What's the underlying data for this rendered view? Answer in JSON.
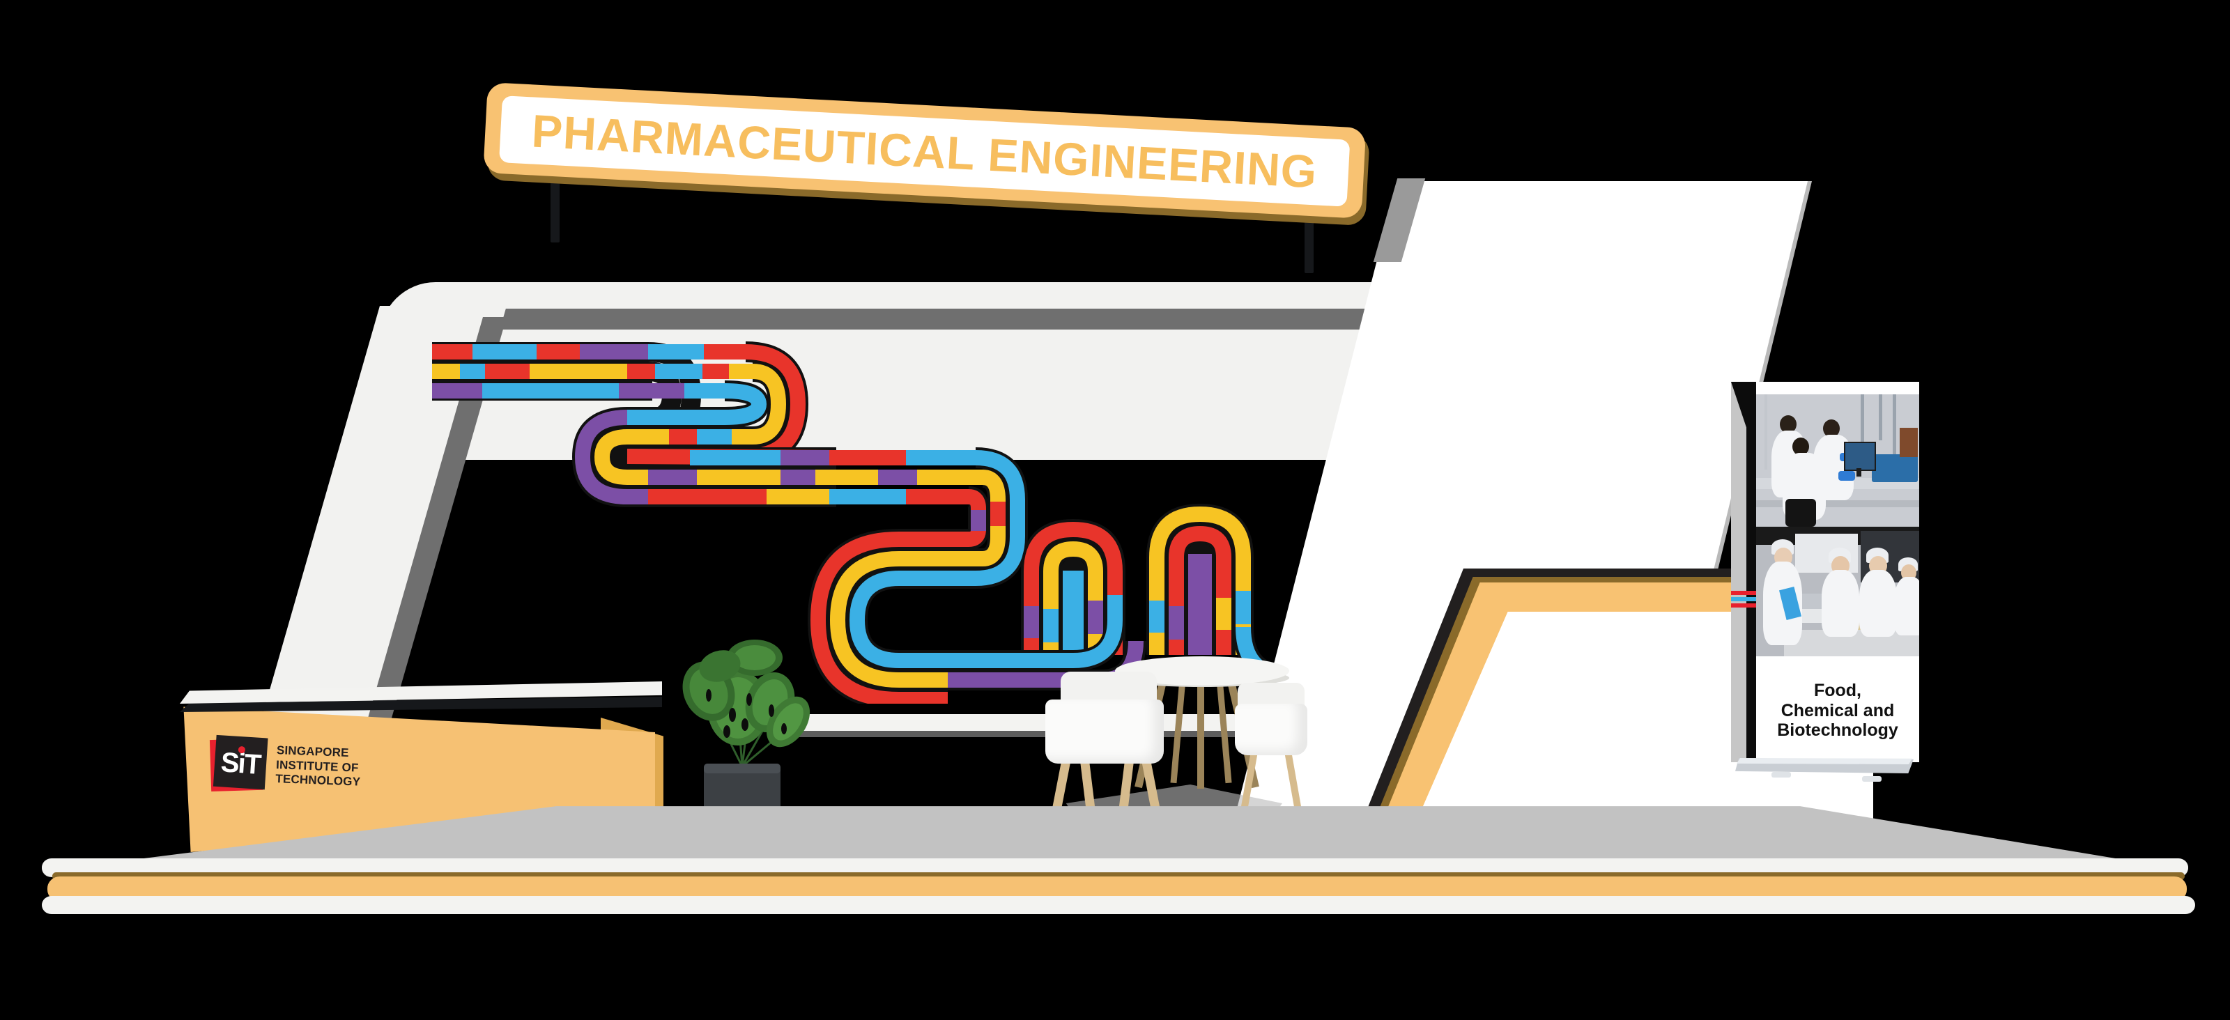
{
  "scene": {
    "title": "Pharmaceutical Engineering Exhibition Booth",
    "description": "3D render of an exhibition trade-show booth"
  },
  "header_sign": {
    "text": "PHARMACEUTICAL ENGINEERING",
    "text_color": "#f7be5e",
    "frame_color": "#f8c272",
    "panel_color": "#ffffff",
    "shadow_color": "#8a6a2a"
  },
  "counter": {
    "face_color": "#f6c173",
    "top_color": "#f3f3f1",
    "logo": {
      "mark": "SiT",
      "line1": "SINGAPORE",
      "line2": "INSTITUTE OF",
      "line3": "TECHNOLOGY",
      "black": "#231f20",
      "red": "#e8212e",
      "white": "#ffffff"
    }
  },
  "banner": {
    "caption_line1": "Food,",
    "caption_line2": "Chemical and",
    "caption_line3": "Biotechnology",
    "caption_color": "#111111",
    "accent_stripes": [
      "#e8212e",
      "#3bb0e5",
      "#e8212e"
    ],
    "photo_top_alt": "Students and researcher at lab workstation with monitor",
    "photo_bottom_alt": "Food technologists in hairnets at a dough sheeter line"
  },
  "pipe_graphic": {
    "palette": {
      "red": "#e8342b",
      "blue": "#3bb0e5",
      "yellow": "#f7c423",
      "purple": "#7c4fa6",
      "outline": "#111111"
    },
    "description": "Winding multi-lane pipeline mural in red, blue, yellow and purple"
  },
  "right_panel": {
    "face_color": "#ffffff",
    "accent_outline": "#f8c272",
    "dark_outline": "#221f1f"
  },
  "floor": {
    "deck_color": "#c2c2c2",
    "edge_white": "#f3f3f1",
    "edge_orange": "#f6c173",
    "edge_brown": "#8a6a2a"
  },
  "furniture": {
    "table_label": "round white café table",
    "stool_label": "white tub stool with wooden legs",
    "plant_label": "monstera plant in dark pot on wooden stand"
  }
}
